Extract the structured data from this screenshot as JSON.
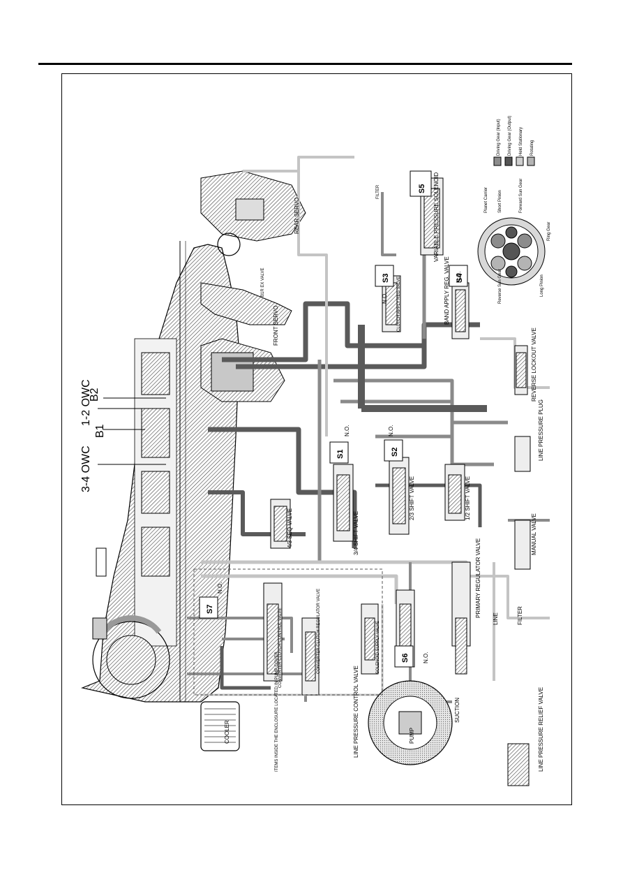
{
  "labels": {
    "owc34": "3-4 OWC",
    "owc12": "1-2 OWC",
    "b2": "B2",
    "b1": "B1",
    "rear_servo": "REAR SERVO",
    "front_servo": "FRONT SERVO",
    "b1r_ex_valve": "B1R EX VALVE",
    "band_apply_reg_valve": "BAND APPLY REG. VALVE",
    "reverse_lockout_valve": "REVERSE LOCKOUT VALVE",
    "line_pressure_plug": "LINE PRESSURE PLUG",
    "manual_valve": "MANUAL VALVE",
    "primary_regulator_valve": "PRIMARY REGULATOR VALVE",
    "line_pressure_relief_valve": "LINE PRESSURE RELIEF VALVE",
    "filter": "FILTER",
    "line": "LINE",
    "suction": "SUCTION",
    "pump": "PUMP",
    "line_pressure_control_valve": "LINE PRESSURE CONTROL VALVE",
    "solenoid_supply_valve": "SOLENOID SUPPLY VALVE",
    "converter_clutch_regulator_valve": "CONVERTER CLUTCH REGULATOR VALVE",
    "converter_clutch_control_valve": "CONVERTER CLUTCH CONTROL VALVE",
    "items_inside": "ITEMS INSIDE THE ENCLOSURE LOCATED IN PUMP COVER",
    "cooler": "COOLER",
    "shift_34": "3/4 SHIFT VALVE",
    "shift_23": "2/3 SHIFT VALVE",
    "shift_12": "1/2 SHIFT VALVE",
    "seq_43": "4/3 SEQ VALVE",
    "clutch_apply_reg_valve": "CLUTCH APPLY REG VALVE",
    "vps": "VARIABLE PRESSURE SOLENOID",
    "no": "N.O.",
    "filter_small": "FILTER",
    "planet_carrier": "Planet Carrier",
    "short_pinion": "Short Pinion",
    "forward_sun_gear": "Forward Sun Gear",
    "ring_gear": "Ring Gear",
    "long_pinion": "Long Pinion",
    "reverse_sun_gear": "Reverse Sun Gear"
  },
  "solenoids": [
    "S1",
    "S2",
    "S3",
    "S4",
    "S5",
    "S6",
    "S7"
  ],
  "legend": [
    {
      "label": "Driving Gear (Input)",
      "color": "#8c8c8c"
    },
    {
      "label": "Driving Gear (Output)",
      "color": "#555555"
    },
    {
      "label": "Held Stationary",
      "color": "#d0d0d0"
    },
    {
      "label": "Rotating",
      "color": "#b4b4b4"
    }
  ],
  "colors": {
    "line_dark": "#5a5a5a",
    "line_mid": "#8a8a8a",
    "line_light": "#c4c4c4",
    "hatch": "#333333"
  }
}
